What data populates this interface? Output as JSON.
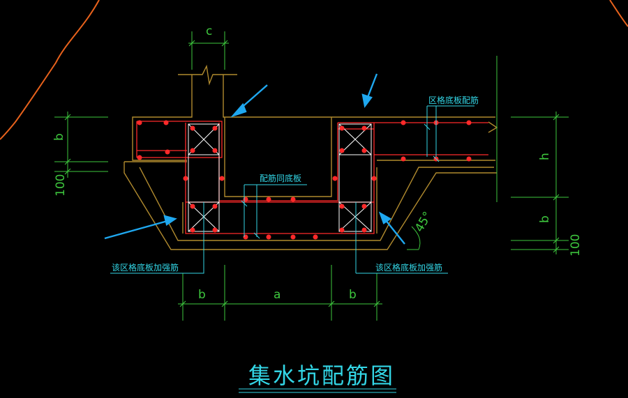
{
  "drawing": {
    "title": "集水坑配筋图",
    "notes": {
      "zone_bottom_rebar": "区格底板配筋",
      "same_as_slab": "配筋同底板",
      "zone_reinforce_left": "该区格底板加强筋",
      "zone_reinforce_right": "该区格底板加强筋"
    },
    "dimensions": {
      "c_top": "c",
      "b_left": "b",
      "h_100_left": "100",
      "h_right": "h",
      "b_right": "b",
      "h_100_right": "100",
      "bottom_b_left": "b",
      "bottom_a": "a",
      "bottom_b_right": "b",
      "angle": "45°"
    }
  },
  "colors": {
    "background": "#000000",
    "outline": "#b08a2e",
    "rebar": "#ff2a2a",
    "stirrup": "#ffffff",
    "dimension": "#3ec83e",
    "annotation": "#33d6e6",
    "arrow": "#1fa8f0",
    "boundary": "#e8621c"
  }
}
